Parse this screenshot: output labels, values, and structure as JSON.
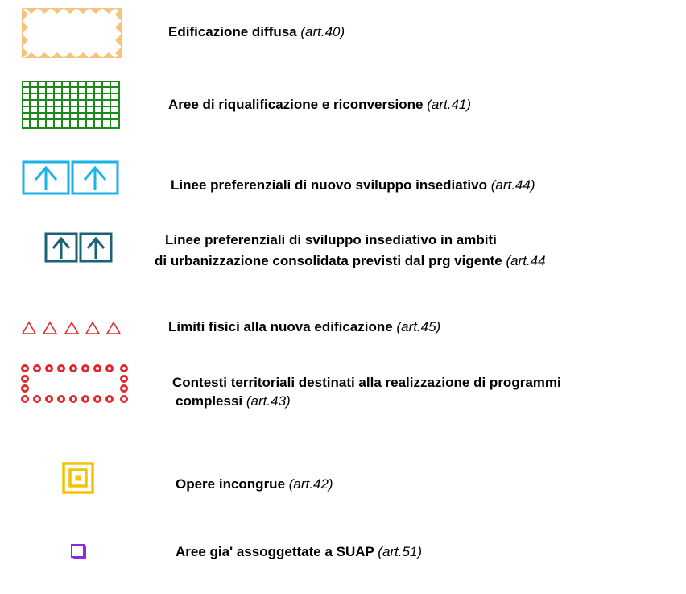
{
  "legend": {
    "items": [
      {
        "symbol": "diffuse-building-icon",
        "label": "Edificazione diffusa",
        "ref": "(art.40)",
        "color": "#f6c27c"
      },
      {
        "symbol": "requalification-grid-icon",
        "label": "Aree di riqualificazione e riconversione",
        "ref": "(art.41)",
        "color": "#1a8a1a"
      },
      {
        "symbol": "new-development-arrows-icon",
        "label": "Linee preferenziali di nuovo sviluppo insediativo",
        "ref": "(art.44)",
        "color": "#1ab2e8"
      },
      {
        "symbol": "consolidated-development-arrows-icon",
        "label_line1": "Linee preferenziali di sviluppo insediativo in ambiti",
        "label_line2": "di urbanizzazione consolidata previsti dal prg vigente",
        "ref": "(art.44",
        "color": "#1a6276"
      },
      {
        "symbol": "physical-limits-triangles-icon",
        "label": "Limiti fisici alla nuova edificazione",
        "ref": "(art.45)",
        "color": "#e2262c"
      },
      {
        "symbol": "territorial-contexts-dots-icon",
        "label_line1": "Contesti territoriali destinati alla realizzazione di programmi",
        "label_line2": "complessi",
        "ref": "(art.43)",
        "color": "#e2262c"
      },
      {
        "symbol": "incongruous-works-icon",
        "label": "Opere incongrue",
        "ref": "(art.42)",
        "color": "#f5c200"
      },
      {
        "symbol": "suap-areas-icon",
        "label": "Aree gia' assoggettate a SUAP",
        "ref": "(art.51)",
        "color": "#8a2be2"
      }
    ]
  }
}
